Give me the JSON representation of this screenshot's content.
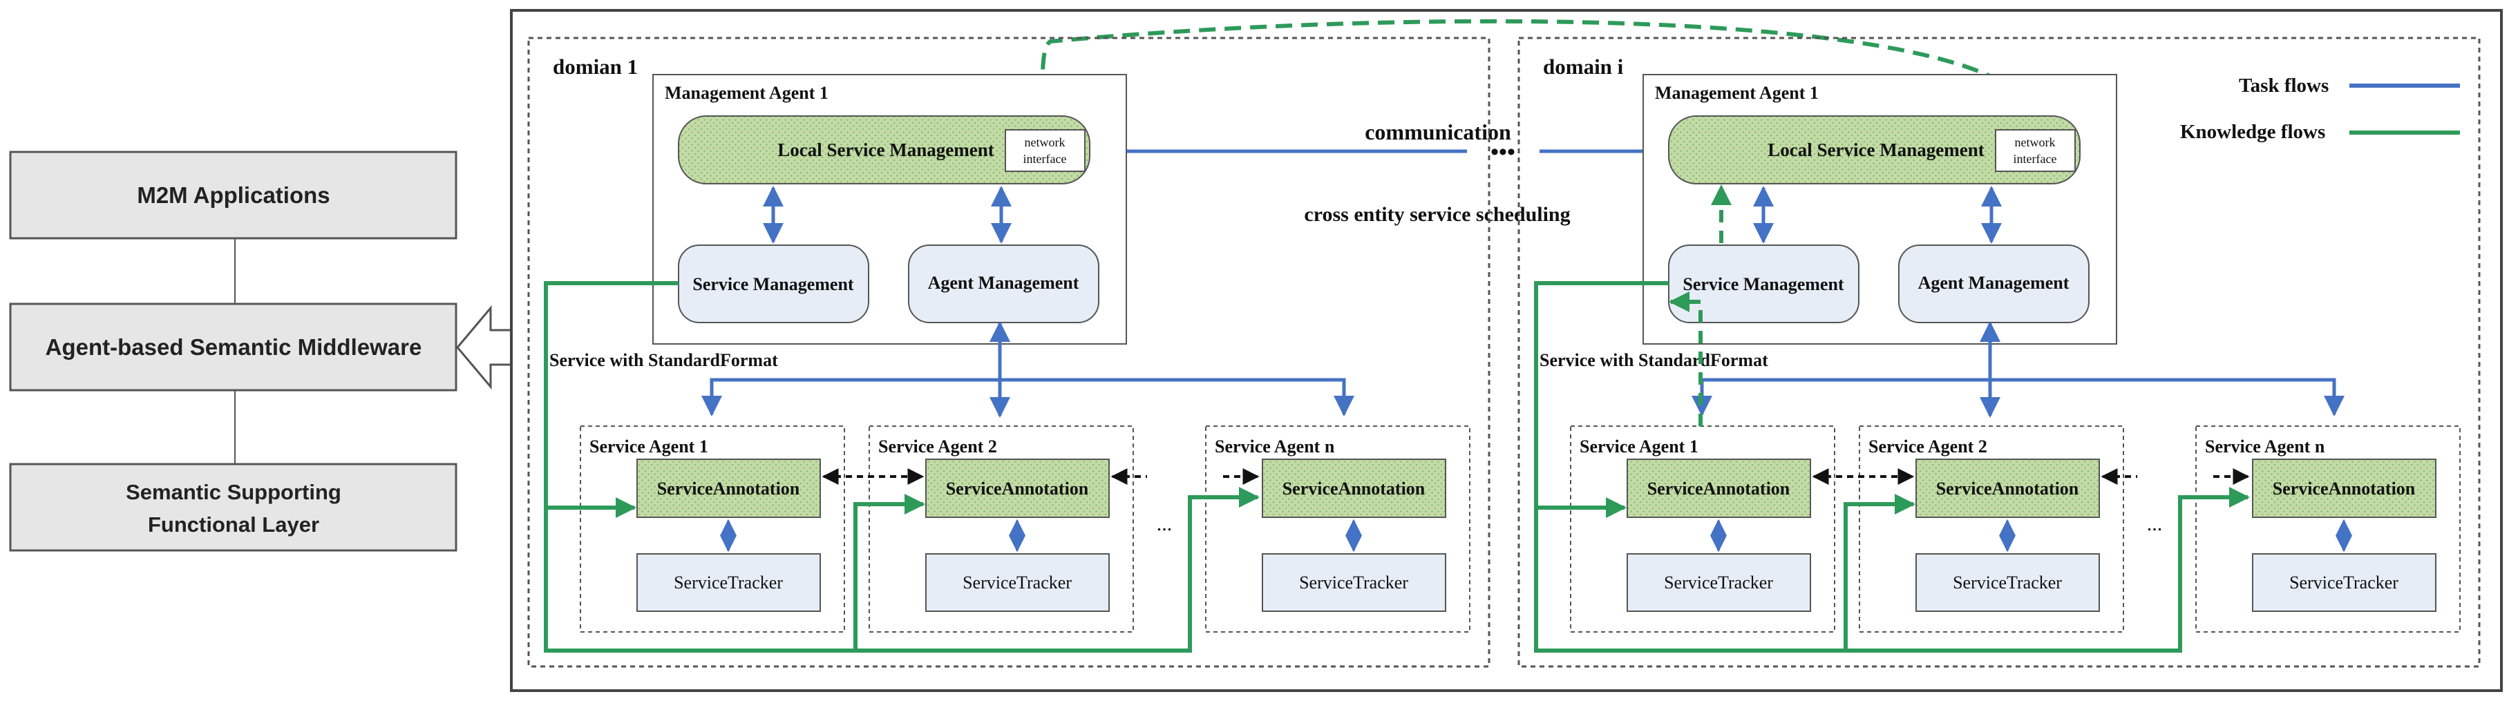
{
  "left_stack": {
    "top": "M2M Applications",
    "middle": "Agent-based Semantic Middleware",
    "bottom_line1": "Semantic Supporting",
    "bottom_line2": "Functional Layer"
  },
  "legend": {
    "task": "Task flows",
    "knowledge": "Knowledge flows"
  },
  "colors": {
    "task_flow": "#4472c4",
    "knowledge_flow": "#2e9a5a",
    "box_fill": "#e6edf7",
    "stack_fill": "#e6e6e6"
  },
  "center": {
    "communication": "communication",
    "dots": "•••",
    "cross_entity": "cross entity service scheduling"
  },
  "domains": [
    {
      "title": "domian 1",
      "management_agent": "Management Agent 1",
      "local_service_management": "Local Service Management",
      "network_interface_line1": "network",
      "network_interface_line2": "interface",
      "service_management": "Service Management",
      "agent_management": "Agent Management",
      "service_format": "Service with StandardFormat",
      "agents": [
        {
          "label": "Service Agent 1",
          "annotation": "ServiceAnnotation",
          "tracker": "ServiceTracker"
        },
        {
          "label": "Service Agent 2",
          "annotation": "ServiceAnnotation",
          "tracker": "ServiceTracker"
        },
        {
          "label": "Service Agent n",
          "annotation": "ServiceAnnotation",
          "tracker": "ServiceTracker"
        }
      ],
      "ellipsis": "..."
    },
    {
      "title": "domain i",
      "management_agent": "Management Agent 1",
      "local_service_management": "Local Service Management",
      "network_interface_line1": "network",
      "network_interface_line2": "interface",
      "service_management": "Service Management",
      "agent_management": "Agent Management",
      "service_format": "Service with StandardFormat",
      "agents": [
        {
          "label": "Service Agent 1",
          "annotation": "ServiceAnnotation",
          "tracker": "ServiceTracker"
        },
        {
          "label": "Service Agent 2",
          "annotation": "ServiceAnnotation",
          "tracker": "ServiceTracker"
        },
        {
          "label": "Service Agent n",
          "annotation": "ServiceAnnotation",
          "tracker": "ServiceTracker"
        }
      ],
      "ellipsis": "..."
    }
  ]
}
